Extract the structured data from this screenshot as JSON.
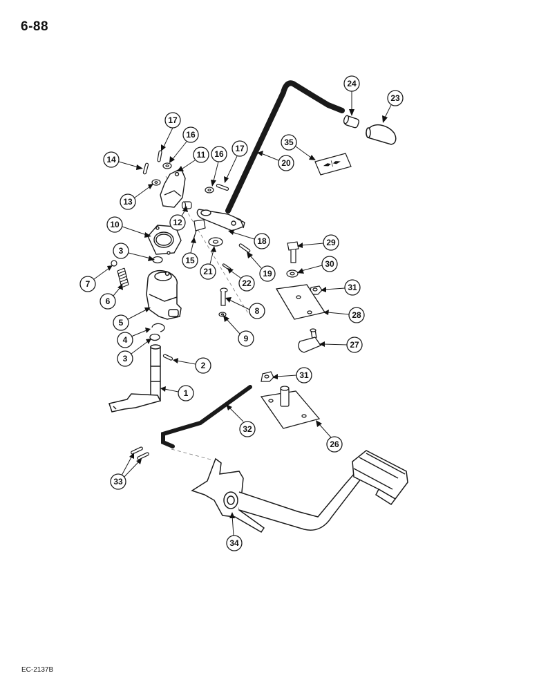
{
  "page": {
    "number": "6-88",
    "figure_code": "EC-2137B"
  },
  "decal_text": "◄▸|◂►",
  "callouts": [
    {
      "id": "c24",
      "label": "24"
    },
    {
      "id": "c23",
      "label": "23"
    },
    {
      "id": "c17a",
      "label": "17"
    },
    {
      "id": "c16a",
      "label": "16"
    },
    {
      "id": "c11",
      "label": "11"
    },
    {
      "id": "c16b",
      "label": "16"
    },
    {
      "id": "c17b",
      "label": "17"
    },
    {
      "id": "c14",
      "label": "14"
    },
    {
      "id": "c35",
      "label": "35"
    },
    {
      "id": "c20",
      "label": "20"
    },
    {
      "id": "c13",
      "label": "13"
    },
    {
      "id": "c12",
      "label": "12"
    },
    {
      "id": "c10",
      "label": "10"
    },
    {
      "id": "c18",
      "label": "18"
    },
    {
      "id": "c29",
      "label": "29"
    },
    {
      "id": "c3a",
      "label": "3"
    },
    {
      "id": "c15",
      "label": "15"
    },
    {
      "id": "c21",
      "label": "21"
    },
    {
      "id": "c19",
      "label": "19"
    },
    {
      "id": "c30",
      "label": "30"
    },
    {
      "id": "c7",
      "label": "7"
    },
    {
      "id": "c22",
      "label": "22"
    },
    {
      "id": "c31a",
      "label": "31"
    },
    {
      "id": "c6",
      "label": "6"
    },
    {
      "id": "c8",
      "label": "8"
    },
    {
      "id": "c28",
      "label": "28"
    },
    {
      "id": "c5",
      "label": "5"
    },
    {
      "id": "c9",
      "label": "9"
    },
    {
      "id": "c4",
      "label": "4"
    },
    {
      "id": "c27",
      "label": "27"
    },
    {
      "id": "c3b",
      "label": "3"
    },
    {
      "id": "c2",
      "label": "2"
    },
    {
      "id": "c31b",
      "label": "31"
    },
    {
      "id": "c1",
      "label": "1"
    },
    {
      "id": "c32",
      "label": "32"
    },
    {
      "id": "c26",
      "label": "26"
    },
    {
      "id": "c33",
      "label": "33"
    },
    {
      "id": "c34",
      "label": "34"
    }
  ]
}
